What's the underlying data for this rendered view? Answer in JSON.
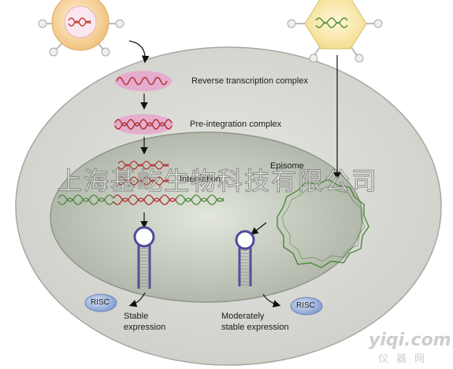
{
  "labels": {
    "reverse_transcription": "Reverse transcription complex",
    "pre_integration": "Pre-integration complex",
    "integration": "Integration",
    "episome": "Episome",
    "risc_left": "RISC",
    "risc_right": "RISC",
    "stable_1": "Stable",
    "stable_2": "expression",
    "moderate_1": "Moderately",
    "moderate_2": "stable expression"
  },
  "watermark": {
    "company": "上海基屹生物科技有限公司",
    "site": "yiqi.com",
    "site_cn": "仪器网"
  },
  "colors": {
    "cell_fill": "#dcdcd8",
    "nucleus_fill": "#b9beb3",
    "lentivirus_fill": "#f3c98a",
    "aav_fill": "#f6e6a6",
    "rna_red": "#c0392b",
    "dna_green": "#4a8a3a",
    "complex_pink": "#e6a6cc",
    "shrna_purple": "#4c4c9c",
    "risc_blue": "#8fa8d6"
  }
}
